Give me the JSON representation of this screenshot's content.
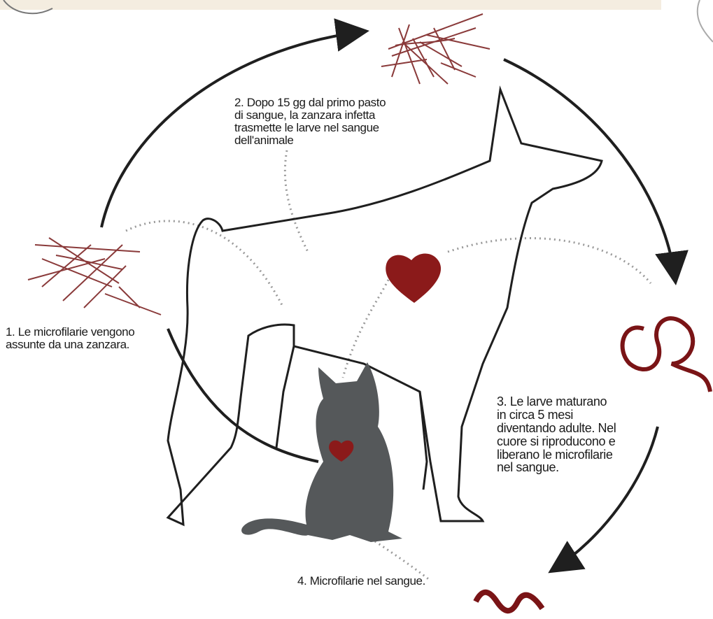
{
  "steps": [
    {
      "number": "1",
      "text": "1. Le microfilarie vengono\nassunte da una zanzara."
    },
    {
      "number": "2",
      "text": "2. Dopo 15 gg dal primo pasto\ndi sangue, la zanzara infetta\ntrasmette le larve nel sangue\ndell'animale"
    },
    {
      "number": "3",
      "text": "3. Le larve maturano\nin circa 5 mesi\ndiventando adulte. Nel\ncuore si riproducono e\nliberano le microfilarie\nnel sangue."
    },
    {
      "number": "4",
      "text": "4. Microfilarie nel sangue."
    }
  ],
  "colors": {
    "cycle_arrows": "#1f1f1f",
    "animal_outline": "#1f1f1f",
    "heart": "#8b1a1a",
    "worm": "#7a1416",
    "mosquito": "#8a3a3a",
    "cat_fill": "#55585a",
    "dotted_leader": "#9a9a9a",
    "background_band": "#f4ede0"
  },
  "icons": [
    "mosquito-icon",
    "dog-silhouette",
    "cat-silhouette",
    "heart-icon",
    "worm-icon"
  ]
}
